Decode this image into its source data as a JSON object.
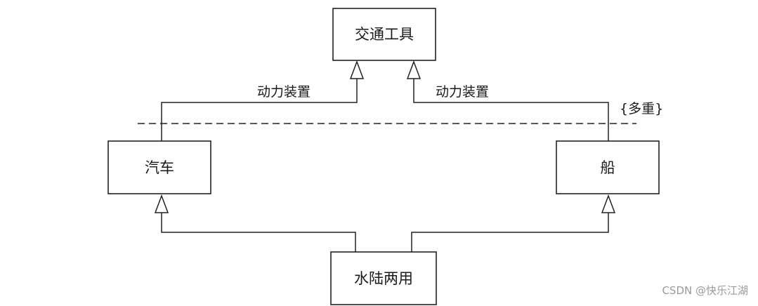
{
  "diagram": {
    "classes": {
      "vehicle": "交通工具",
      "car": "汽车",
      "ship": "船",
      "amphibious": "水陆两用"
    },
    "discriminators": {
      "left": "动力装置",
      "right": "动力装置"
    },
    "constraint": "{多重}",
    "relations": [
      {
        "from": "汽车",
        "to": "交通工具",
        "type": "generalization",
        "discriminator": "动力装置"
      },
      {
        "from": "船",
        "to": "交通工具",
        "type": "generalization",
        "discriminator": "动力装置"
      },
      {
        "from": "水陆两用",
        "to": "汽车",
        "type": "generalization"
      },
      {
        "from": "水陆两用",
        "to": "船",
        "type": "generalization"
      }
    ]
  },
  "watermark": "CSDN @快乐江湖"
}
